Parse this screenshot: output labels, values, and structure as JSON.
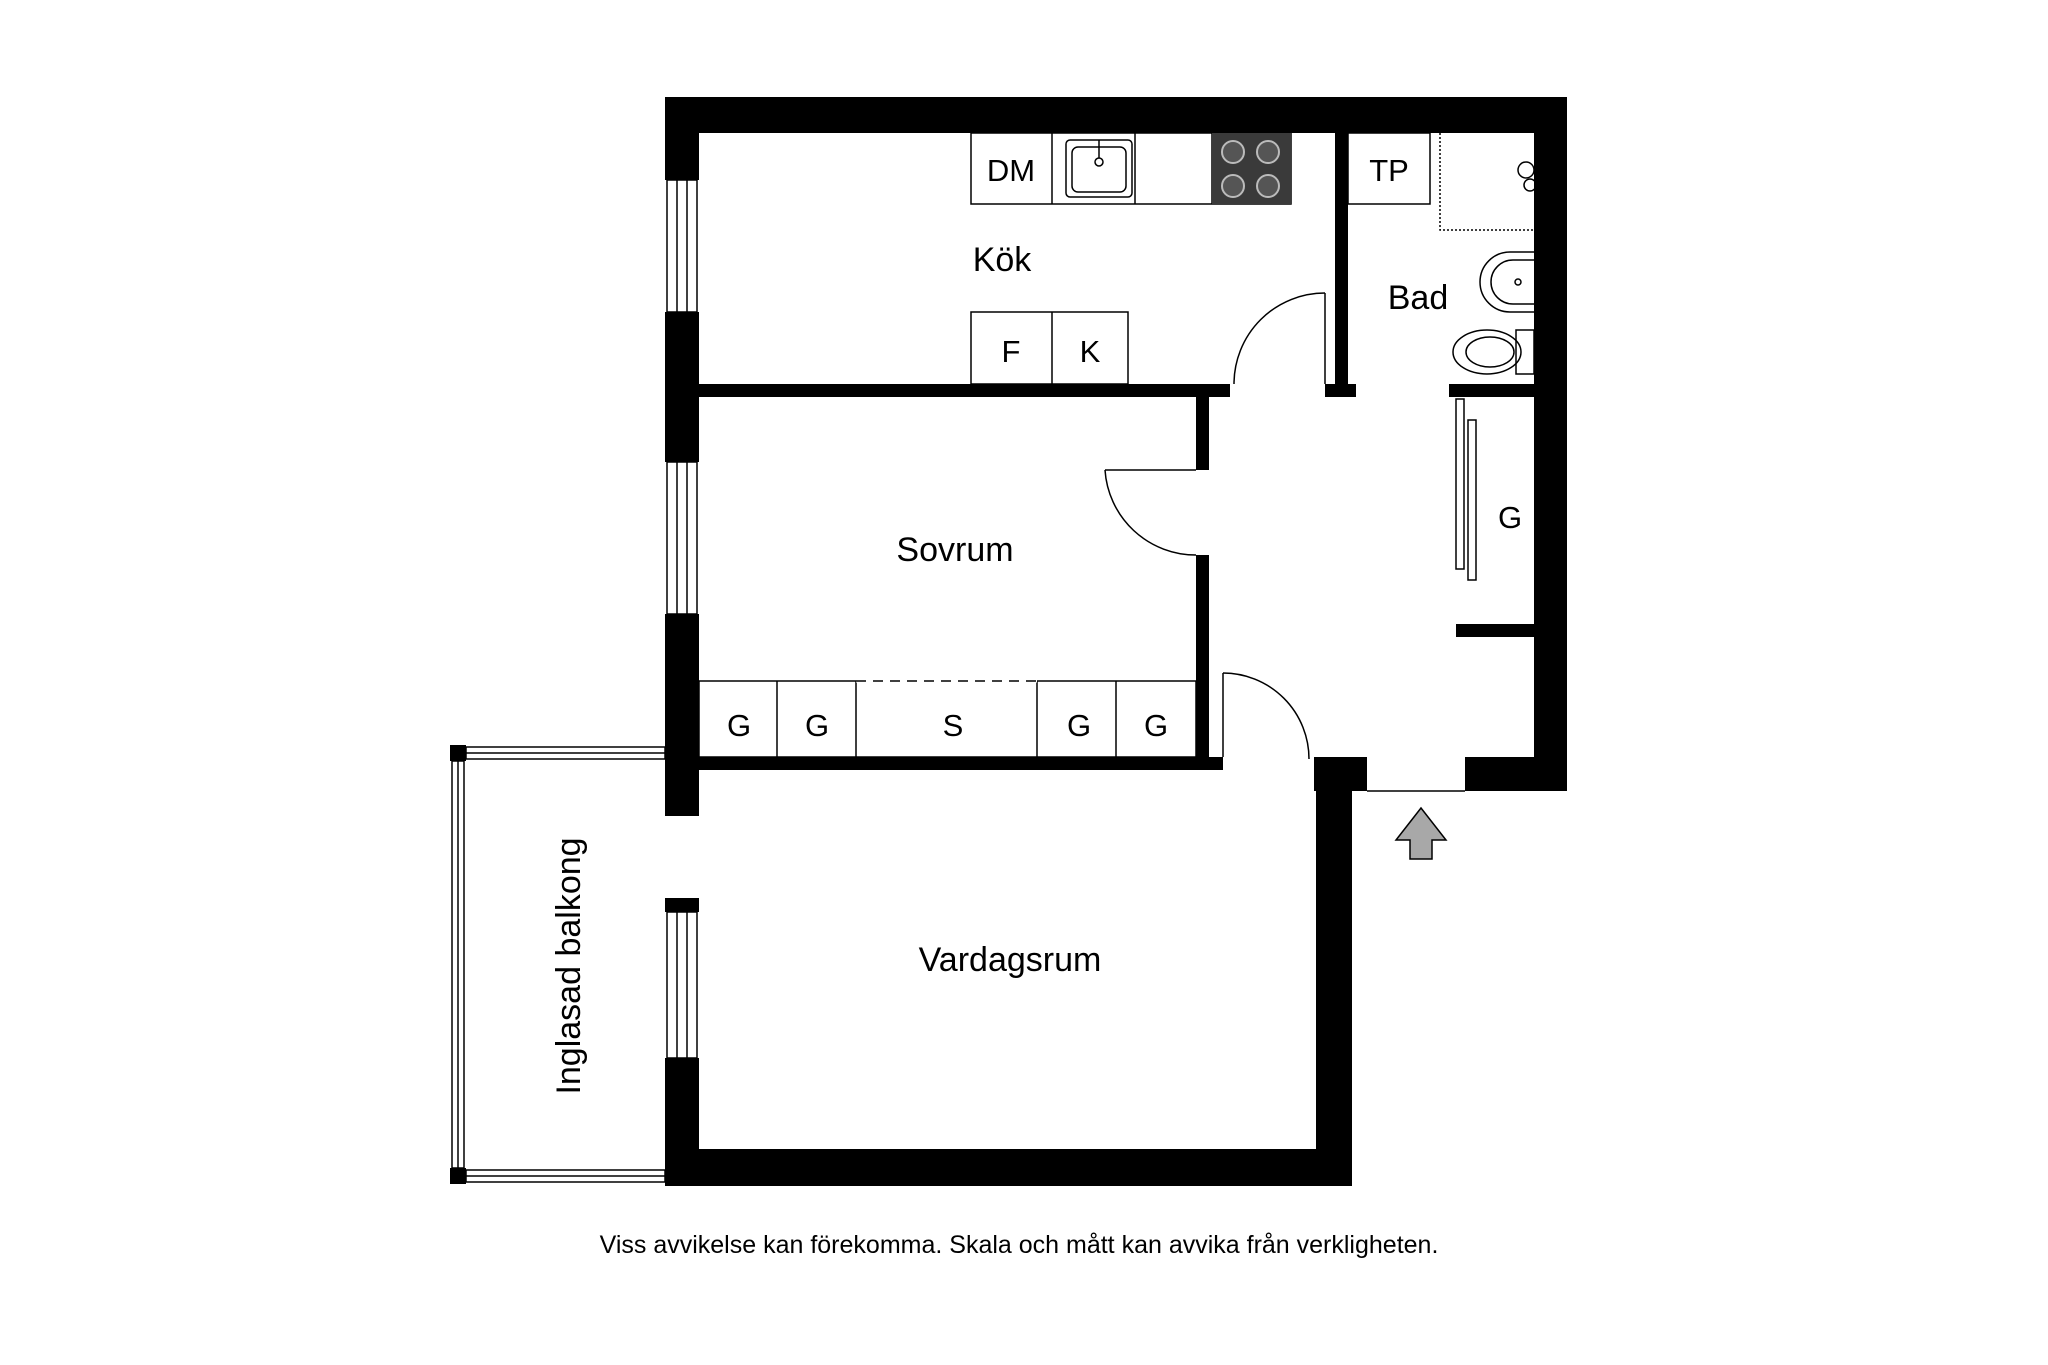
{
  "rooms": {
    "kok": "Kök",
    "bad": "Bad",
    "sovrum": "Sovrum",
    "vardagsrum": "Vardagsrum",
    "balkong": "Inglasad balkong"
  },
  "fixtures": {
    "dishwasher": "DM",
    "washer": "TP",
    "freezer": "F",
    "fridge": "K",
    "hall_closet": "G",
    "wardrobes": [
      "G",
      "G",
      "S",
      "G",
      "G"
    ]
  },
  "disclaimer": "Viss avvikelse kan förekomma. Skala och mått kan avvika från verkligheten.",
  "colors": {
    "wall": "#000000",
    "background": "#ffffff",
    "stove": "#3a3a3a",
    "arrow": "#a8a8a8"
  },
  "icons": [
    "sink-icon",
    "stove-icon",
    "shower-icon",
    "washbasin-icon",
    "toilet-icon",
    "entrance-arrow-icon"
  ]
}
